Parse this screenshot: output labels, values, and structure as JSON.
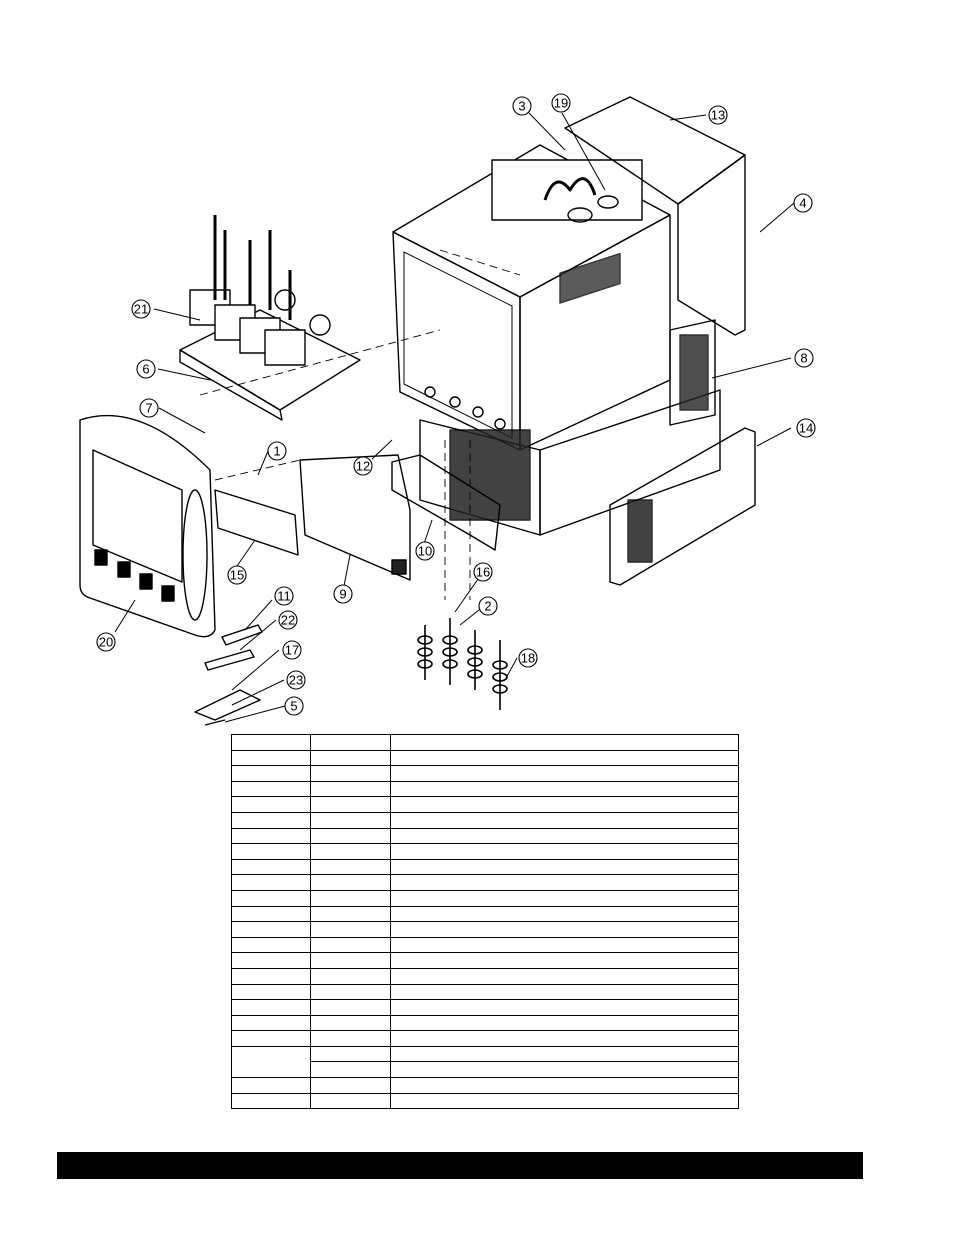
{
  "callouts": [
    "1",
    "2",
    "3",
    "4",
    "5",
    "6",
    "7",
    "8",
    "9",
    "10",
    "11",
    "12",
    "13",
    "14",
    "15",
    "16",
    "17",
    "18",
    "19",
    "20",
    "21",
    "22",
    "23"
  ],
  "table": {
    "row_count": 24,
    "merged_first_col_row": 20
  },
  "colors": {
    "ink": "#000000",
    "paper": "#ffffff"
  }
}
